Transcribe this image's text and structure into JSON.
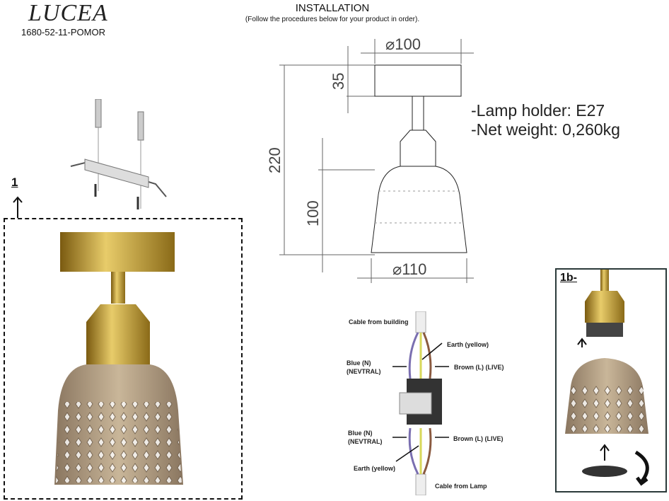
{
  "header": {
    "brand": "LUCEA",
    "product_code": "1680-52-11-POMOR",
    "title": "INSTALLATION",
    "subtitle": "(Follow the procedures below for your product in order)."
  },
  "dimensions": {
    "canopy_diameter": "⌀100",
    "canopy_height": "35",
    "total_height": "220",
    "shade_height": "100",
    "shade_diameter": "⌀110"
  },
  "specs": {
    "lamp_holder": "-Lamp holder: E27",
    "net_weight": "-Net weight: 0,260kg"
  },
  "steps": {
    "step1": "1",
    "step1b": "1b-"
  },
  "wiring": {
    "cable_building": "Cable from building",
    "earth_top": "Earth (yellow)",
    "blue_top": "Blue (N)\n(NEVTRAL)",
    "brown_top": "Brown (L) (LIVE)",
    "blue_bottom": "Blue (N)\n(NEVTRAL)",
    "brown_bottom": "Brown (L) (LIVE)",
    "earth_bottom": "Earth (yellow)",
    "cable_lamp": "Cable from Lamp"
  },
  "colors": {
    "brass": "#b8942f",
    "shade": "#b8a48a"
  }
}
